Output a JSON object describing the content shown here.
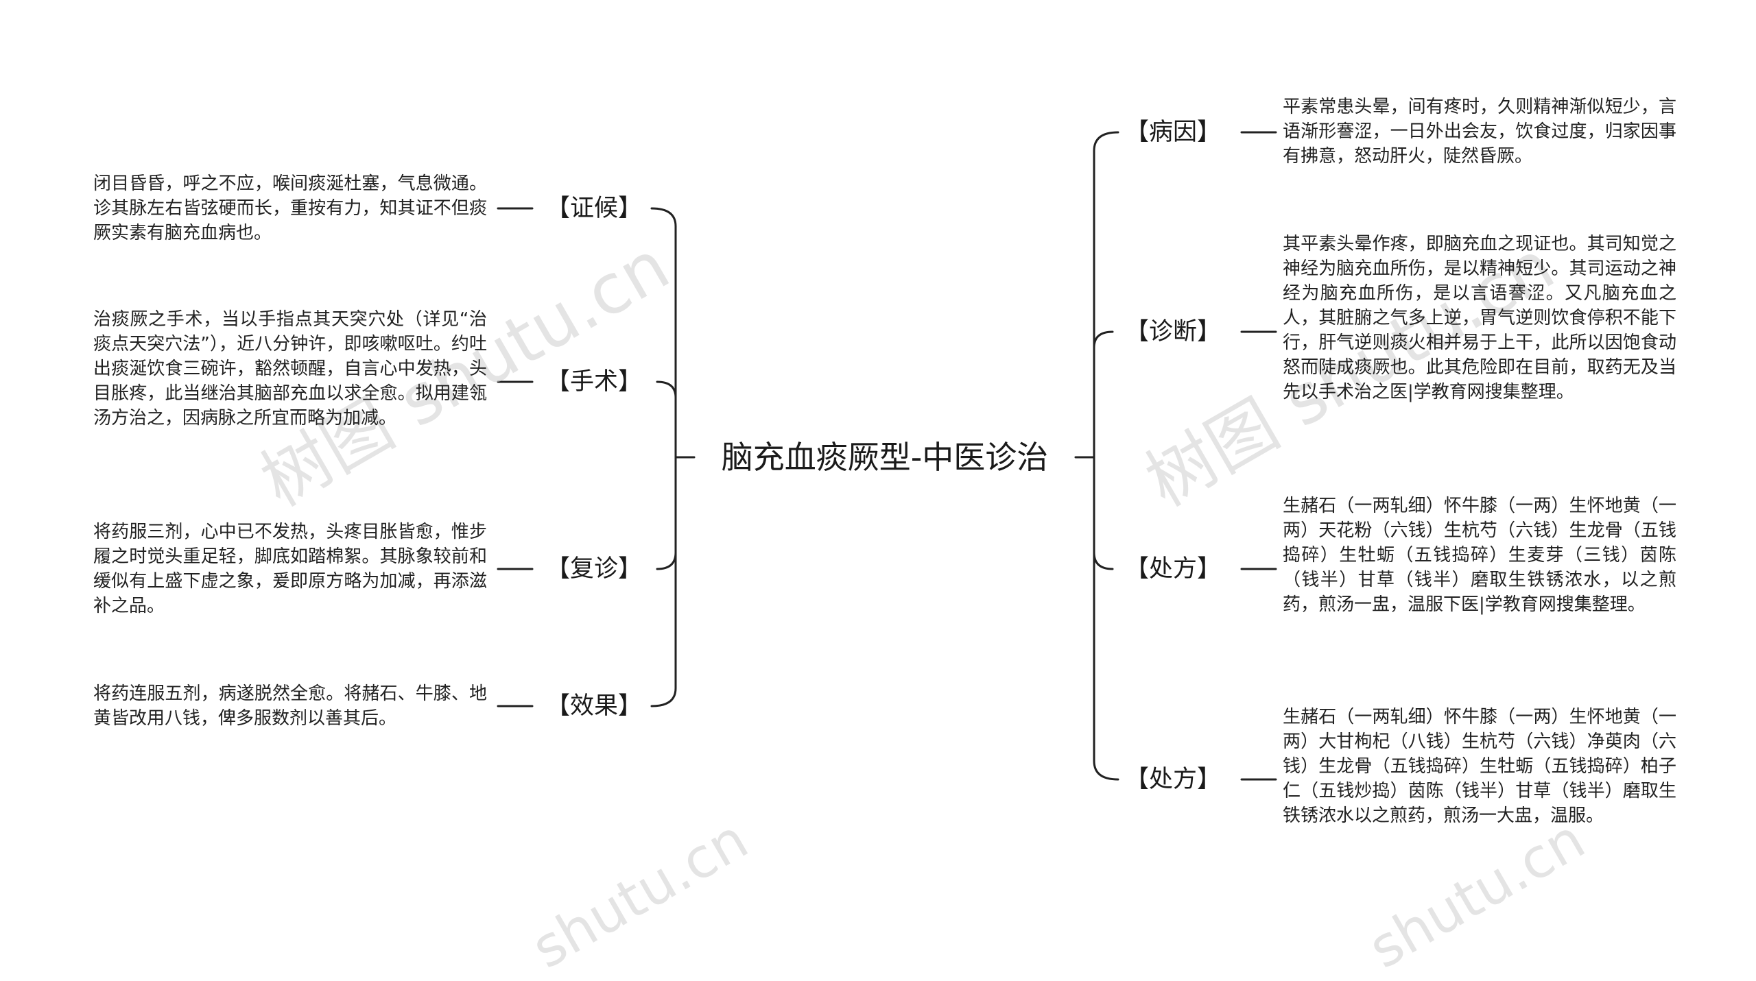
{
  "center": {
    "title": "脑充血痰厥型-中医诊治"
  },
  "left_branches": [
    {
      "label": "【证候】",
      "text": "闭目昏昏，呼之不应，喉间痰涎杜塞，气息微通。诊其脉左右皆弦硬而长，重按有力，知其证不但痰厥实素有脑充血病也。"
    },
    {
      "label": "【手术】",
      "text": "治痰厥之手术，当以手指点其天突穴处（详见“治痰点天突穴法”），近八分钟许，即咳嗽呕吐。约吐出痰涎饮食三碗许，豁然顿醒，自言心中发热，头目胀疼，此当继治其脑部充血以求全愈。拟用建瓴汤方治之，因病脉之所宜而略为加减。"
    },
    {
      "label": "【复诊】",
      "text": "将药服三剂，心中已不发热，头疼目胀皆愈，惟步履之时觉头重足轻，脚底如踏棉絮。其脉象较前和缓似有上盛下虚之象，爰即原方略为加减，再添滋补之品。"
    },
    {
      "label": "【效果】",
      "text": "将药连服五剂，病遂脱然全愈。将赭石、牛膝、地黄皆改用八钱，俾多服数剂以善其后。"
    }
  ],
  "right_branches": [
    {
      "label": "【病因】",
      "text": "平素常患头晕，间有疼时，久则精神渐似短少，言语渐形謇涩，一日外出会友，饮食过度，归家因事有拂意，怒动肝火，陡然昏厥。"
    },
    {
      "label": "【诊断】",
      "text": "其平素头晕作疼，即脑充血之现证也。其司知觉之神经为脑充血所伤，是以精神短少。其司运动之神经为脑充血所伤，是以言语謇涩。又凡脑充血之人，其脏腑之气多上逆，胃气逆则饮食停积不能下行，肝气逆则痰火相并易于上干，此所以因饱食动怒而陡成痰厥也。此其危险即在目前，取药无及当先以手术治之医|学教育网搜集整理。"
    },
    {
      "label": "【处方】",
      "text": "生赭石（一两轧细）怀牛膝（一两）生怀地黄（一两）天花粉（六钱）生杭芍（六钱）生龙骨（五钱捣碎）生牡蛎（五钱捣碎）生麦芽（三钱）茵陈（钱半）甘草（钱半）磨取生铁锈浓水，以之煎药，煎汤一盅，温服下医|学教育网搜集整理。"
    },
    {
      "label": "【处方】",
      "text": "生赭石（一两轧细）怀牛膝（一两）生怀地黄（一两）大甘枸杞（八钱）生杭芍（六钱）净萸肉（六钱）生龙骨（五钱捣碎）生牡蛎（五钱捣碎）柏子仁（五钱炒捣）茵陈（钱半）甘草（钱半）磨取生铁锈浓水以之煎药，煎汤一大盅，温服。"
    }
  ],
  "watermarks": [
    "树图 shutu.cn",
    "树图 shutu.cn",
    "shutu.cn",
    "shutu.cn"
  ],
  "colors": {
    "line": "#222222",
    "text": "#222222",
    "watermark": "#cfcfcf"
  }
}
